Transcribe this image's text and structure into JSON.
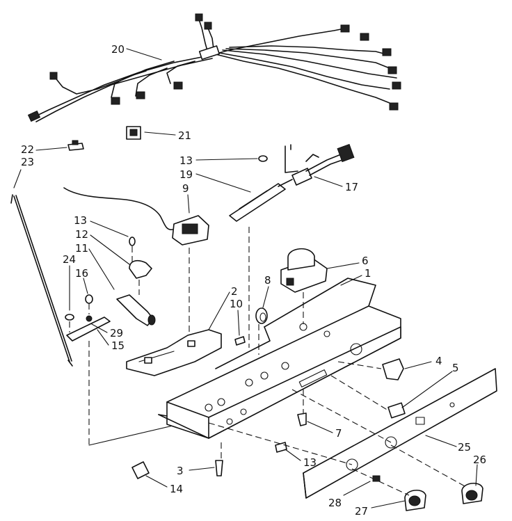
{
  "diagram": {
    "callouts": [
      {
        "id": "c20",
        "label": "20"
      },
      {
        "id": "c21",
        "label": "21"
      },
      {
        "id": "c22",
        "label": "22"
      },
      {
        "id": "c23",
        "label": "23"
      },
      {
        "id": "c13a",
        "label": "13"
      },
      {
        "id": "c19",
        "label": "19"
      },
      {
        "id": "c9",
        "label": "9"
      },
      {
        "id": "c17",
        "label": "17"
      },
      {
        "id": "c13b",
        "label": "13"
      },
      {
        "id": "c12",
        "label": "12"
      },
      {
        "id": "c11",
        "label": "11"
      },
      {
        "id": "c24",
        "label": "24"
      },
      {
        "id": "c16",
        "label": "16"
      },
      {
        "id": "c6",
        "label": "6"
      },
      {
        "id": "c1",
        "label": "1"
      },
      {
        "id": "c8",
        "label": "8"
      },
      {
        "id": "c2",
        "label": "2"
      },
      {
        "id": "c10",
        "label": "10"
      },
      {
        "id": "c29",
        "label": "29"
      },
      {
        "id": "c15",
        "label": "15"
      },
      {
        "id": "c4",
        "label": "4"
      },
      {
        "id": "c5",
        "label": "5"
      },
      {
        "id": "c7",
        "label": "7"
      },
      {
        "id": "c25",
        "label": "25"
      },
      {
        "id": "c26",
        "label": "26"
      },
      {
        "id": "c13c",
        "label": "13"
      },
      {
        "id": "c3",
        "label": "3"
      },
      {
        "id": "c14",
        "label": "14"
      },
      {
        "id": "c28",
        "label": "28"
      },
      {
        "id": "c27",
        "label": "27"
      }
    ]
  }
}
